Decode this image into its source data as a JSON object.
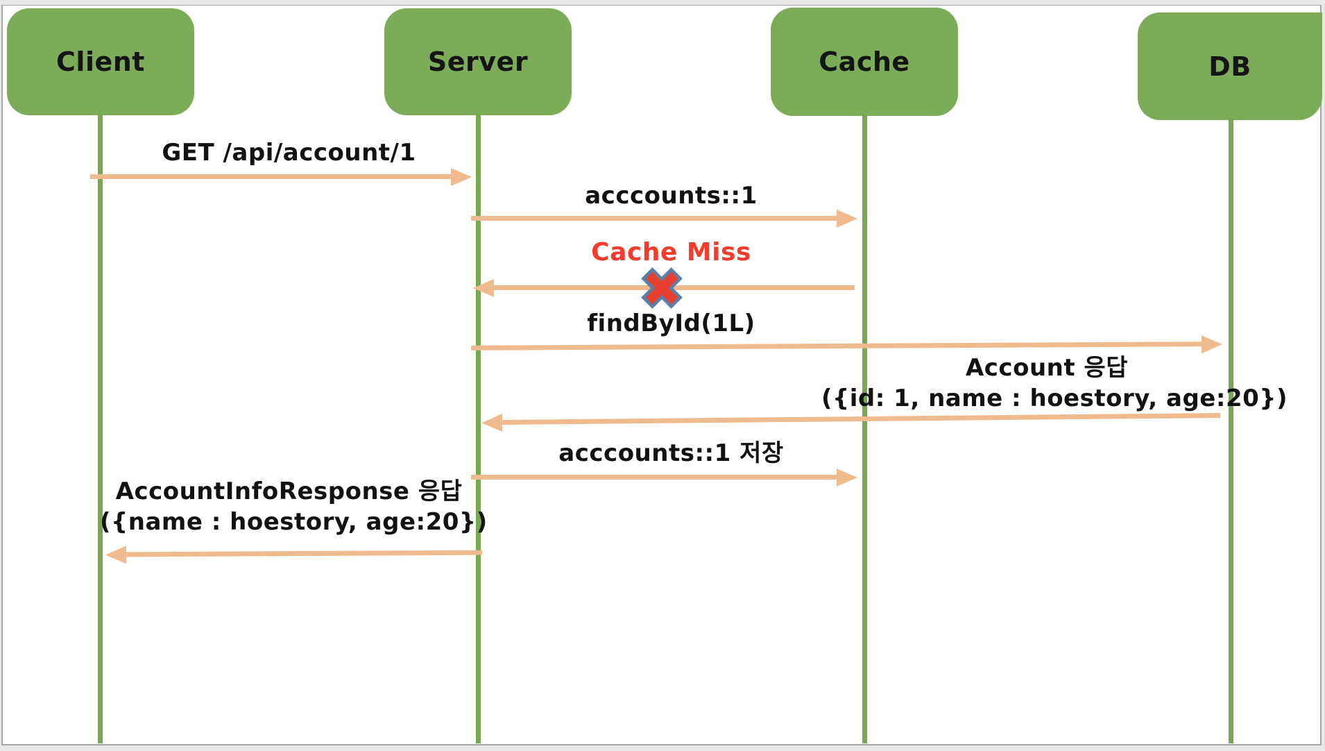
{
  "diagram": {
    "type": "sequence",
    "actors": [
      {
        "name": "Client"
      },
      {
        "name": "Server"
      },
      {
        "name": "Cache"
      },
      {
        "name": "DB"
      }
    ],
    "messages": [
      {
        "label": "GET /api/account/1",
        "from": "Client",
        "to": "Server",
        "direction": "right"
      },
      {
        "label": "acccounts::1",
        "from": "Server",
        "to": "Cache",
        "direction": "right"
      },
      {
        "label": "Cache Miss",
        "from": "Cache",
        "to": "Server",
        "direction": "left",
        "status": "miss",
        "marker": "x-icon"
      },
      {
        "label": "findById(1L)",
        "from": "Server",
        "to": "DB",
        "direction": "right"
      },
      {
        "label": "Account 응답",
        "label2": "({id: 1, name : hoestory, age:20})",
        "from": "DB",
        "to": "Server",
        "direction": "left"
      },
      {
        "label": "acccounts::1 저장",
        "from": "Server",
        "to": "Cache",
        "direction": "right"
      },
      {
        "label": "AccountInfoResponse 응답",
        "label2": "({name : hoestory, age:20})",
        "from": "Server",
        "to": "Client",
        "direction": "left"
      }
    ]
  },
  "colors": {
    "actor_fill": "#7cac58",
    "lifeline": "#77a750",
    "arrow": "#efba8d",
    "label_text": "#121212",
    "error_text": "#f43b2c",
    "x_fill": "#e8402f",
    "x_stroke": "#5b7fa8",
    "canvas_bg": "#ffffff",
    "chrome_bg": "#e9e9e9",
    "canvas_border": "#a6a6a6"
  }
}
